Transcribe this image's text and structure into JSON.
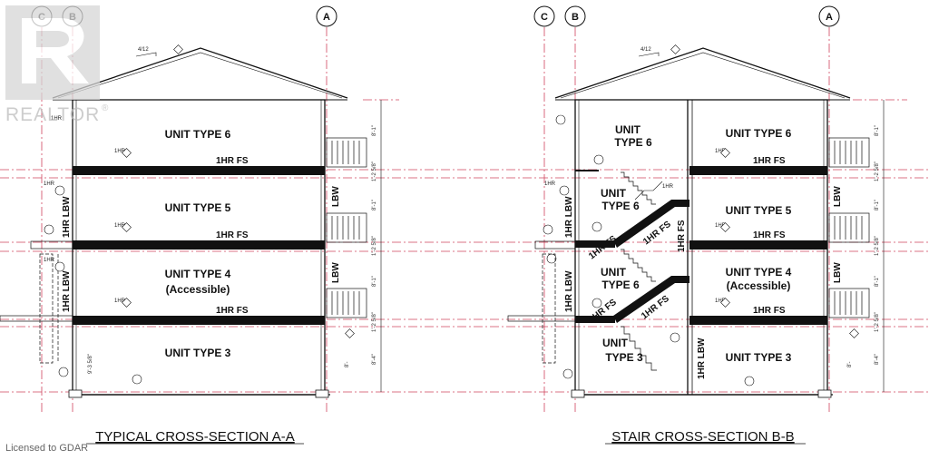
{
  "watermark": {
    "brand": "REALTOR",
    "registered_mark": "®"
  },
  "footer": {
    "license": "Licensed to GDAR"
  },
  "left_section": {
    "title": "TYPICAL CROSS-SECTION A-A",
    "grid_bubbles": [
      "C",
      "B",
      "A"
    ],
    "roof_pitch": "4/12",
    "units": [
      "UNIT TYPE 6",
      "UNIT TYPE 5",
      "UNIT TYPE 4",
      "(Accessible)",
      "UNIT TYPE 3"
    ],
    "fire_separations": [
      "1HR FS",
      "1HR FS",
      "1HR FS"
    ],
    "bearing_walls": [
      "1HR LBW",
      "1HR LBW",
      "LBW",
      "LBW"
    ],
    "tags": [
      "1HR",
      "1HR",
      "1HR",
      "1HR",
      "1HR",
      "1HR"
    ],
    "dimensions": [
      "8'-1\"",
      "1'-2 5/8\"",
      "8'-1\"",
      "1'-2 5/8\"",
      "8'-1\"",
      "1'-2 5/8\"",
      "8'-4\"",
      "9'-3 5/8\"",
      "8'-"
    ]
  },
  "right_section": {
    "title": "STAIR CROSS-SECTION B-B",
    "grid_bubbles": [
      "C",
      "B",
      "A"
    ],
    "roof_pitch": "4/12",
    "left_units": [
      "UNIT",
      "TYPE 6",
      "UNIT",
      "TYPE 6",
      "UNIT",
      "TYPE 6",
      "UNIT",
      "TYPE 3"
    ],
    "right_units": [
      "UNIT TYPE 6",
      "UNIT TYPE 5",
      "UNIT TYPE 4",
      "(Accessible)",
      "UNIT TYPE 3"
    ],
    "fire_separations": [
      "1HR FS",
      "1HR FS",
      "1HR FS"
    ],
    "stair_labels": [
      "1HR FS",
      "1HR FS",
      "1HR FS",
      "1HR FS",
      "1HR FS"
    ],
    "bearing_walls": [
      "1HR LBW",
      "1HR LBW",
      "1HR LBW",
      "LBW",
      "LBW"
    ],
    "tags": [
      "1HR",
      "1HR",
      "1HR",
      "1HR",
      "1HR"
    ],
    "dimensions": [
      "8'-1\"",
      "1'-2 5/8\"",
      "8'-1\"",
      "1'-2 5/8\"",
      "8'-1\"",
      "1'-2 5/8\"",
      "8'-4\"",
      "8'-"
    ]
  },
  "colors": {
    "grid_line": "#d0455f",
    "ink": "#111111",
    "slab": "#111111",
    "watermark": "#bdbdbd"
  }
}
